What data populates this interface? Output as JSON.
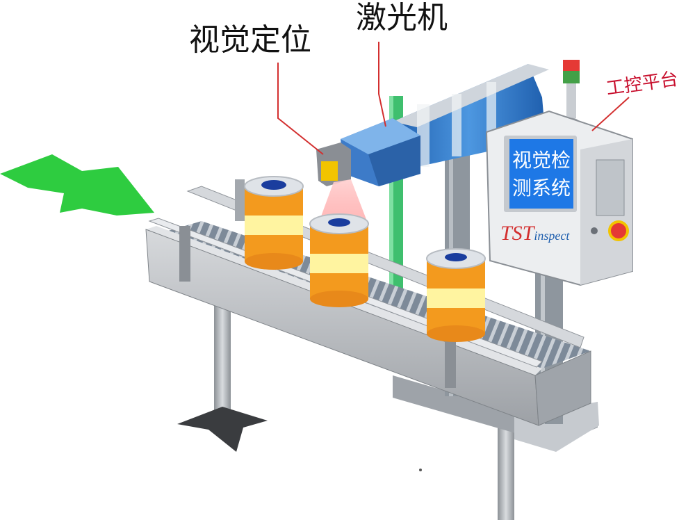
{
  "labels": {
    "visual_positioning": "视觉定位",
    "laser_machine": "激光机",
    "control_platform": "工控平台"
  },
  "panel": {
    "screen_line1": "视觉检",
    "screen_line2": "测系统",
    "brand_part1": "TST",
    "brand_part2": "inspect"
  },
  "colors": {
    "arrow": "#2ecc40",
    "laser_head": "#3d7bc8",
    "can_orange": "#f39a1e",
    "can_band": "#fff4a0",
    "screen": "#1e78e6",
    "callout_red": "#c8102e",
    "conveyor": "#b9bcc0"
  }
}
